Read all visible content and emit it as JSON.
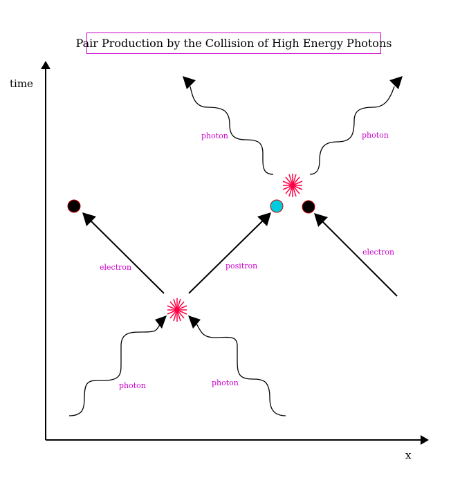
{
  "title": "Pair Production by the Collision of High Energy Photons",
  "axes": {
    "y_label": "time",
    "x_label": "x"
  },
  "colors": {
    "label": "#cc00cc",
    "burst": "#ff0044",
    "electron": "#000000",
    "electron_outline": "#cc0000",
    "positron": "#00ccdd",
    "line": "#000000"
  },
  "labels": {
    "photon_bottom_left": "photon",
    "photon_bottom_right": "photon",
    "electron_left": "electron",
    "positron": "positron",
    "electron_right": "electron",
    "photon_top_left": "photon",
    "photon_top_right": "photon"
  }
}
